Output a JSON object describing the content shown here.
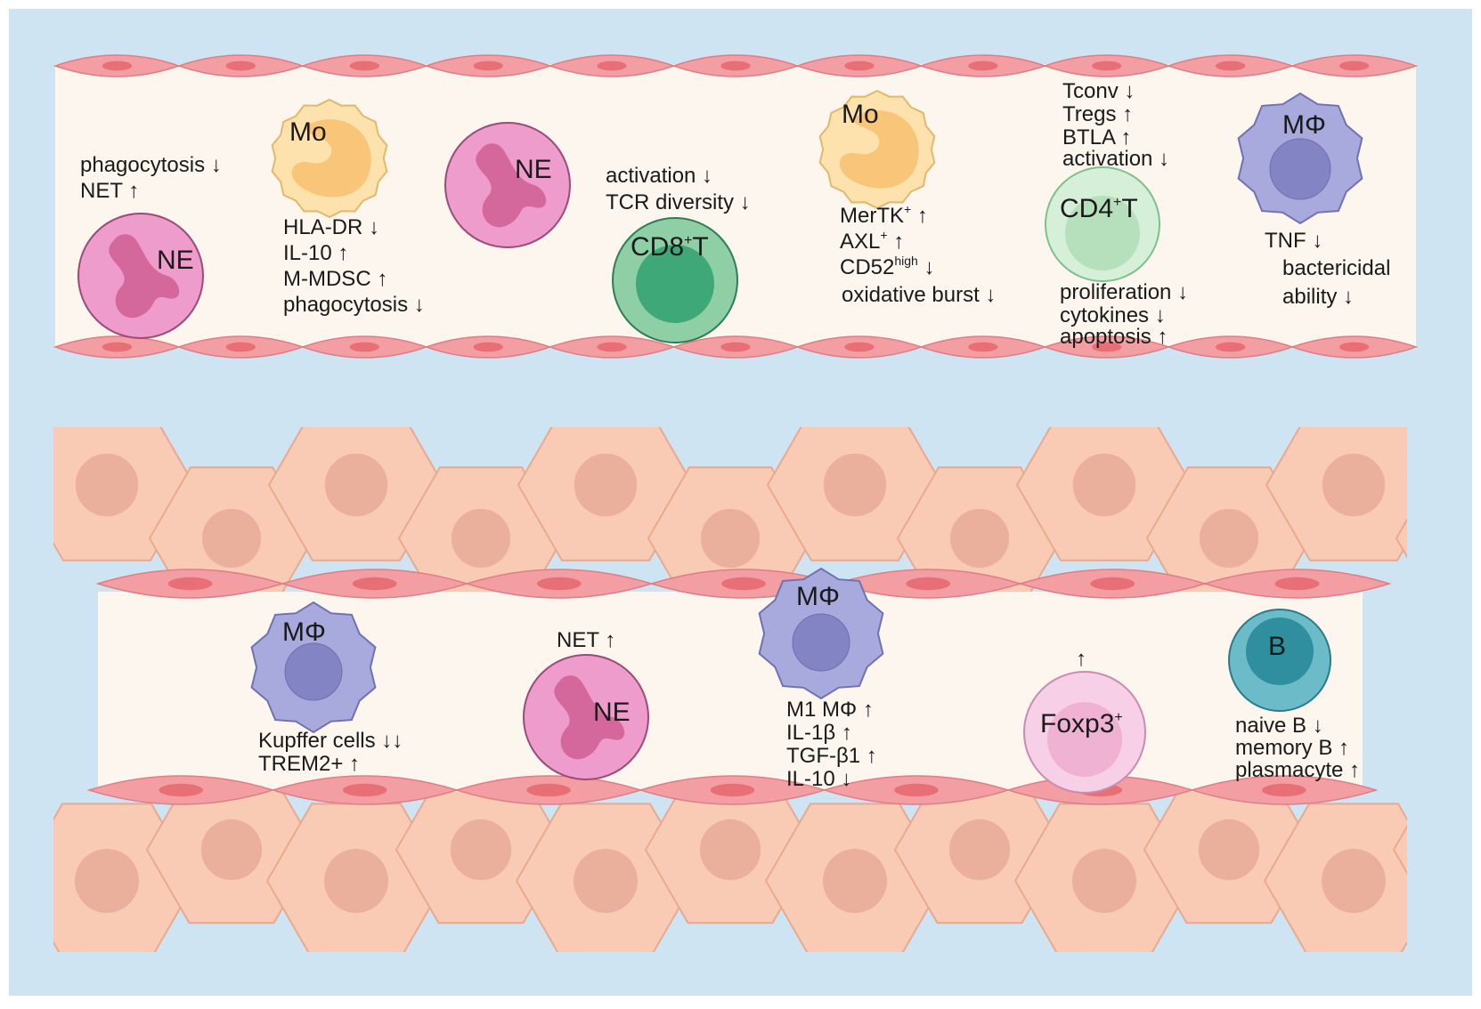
{
  "colors": {
    "background": "#cfe4f2",
    "vessel_lumen": "#fdf6ee",
    "endothelial": "#f29ea3",
    "endothelial_nucleus": "#e86f76",
    "hepatocyte": "#f9cbb4",
    "hepatocyte_nucleus": "#eab09c",
    "neutrophil": "#ee9ccb",
    "neutrophil_nucleus": "#d4679c",
    "monocyte": "#fde2ad",
    "monocyte_nucleus": "#f9c579",
    "cd8t": "#8fcfa5",
    "cd8t_nucleus": "#3fa878",
    "cd4t": "#d6efd8",
    "cd4t_nucleus": "#b5e0bb",
    "macrophage": "#a8a9dc",
    "macrophage_nucleus": "#8384c4",
    "treg": "#f7cfe6",
    "treg_nucleus": "#efb2d3",
    "bcell": "#6bbcc8",
    "bcell_nucleus": "#2f8f9e"
  },
  "top_panel": {
    "ne1": {
      "cell": "NE",
      "changes": [
        "phagocytosis ↓",
        "NET ↑"
      ]
    },
    "mo1": {
      "cell": "Mo",
      "changes": [
        "HLA-DR ↓",
        "IL-10 ↑",
        "M-MDSC ↑",
        "phagocytosis ↓"
      ]
    },
    "ne2": {
      "cell": "NE"
    },
    "cd8t": {
      "cell_main": "CD8",
      "cell_sup": "+",
      "cell_end": "T",
      "changes": [
        "activation ↓",
        "TCR diversity ↓"
      ]
    },
    "mo2": {
      "cell": "Mo",
      "change1_main": "MerTK",
      "change1_sup": "+",
      "change1_end": " ↑",
      "change2_main": "AXL",
      "change2_sup": "+",
      "change2_end": " ↑",
      "change3_main": "CD52",
      "change3_sup": "high",
      "change3_end": " ↓",
      "change4": "oxidative burst ↓"
    },
    "cd4t": {
      "cell_main": "CD4",
      "cell_sup": "+",
      "cell_end": "T",
      "changes_above": [
        "Tconv ↓",
        "Tregs ↑",
        "BTLA ↑",
        "activation ↓"
      ],
      "changes_below": [
        "proliferation ↓",
        "cytokines ↓",
        "apoptosis ↑"
      ]
    },
    "mphi": {
      "cell": "MΦ",
      "changes": [
        "TNF ↓",
        "bactericidal",
        "ability ↓"
      ]
    }
  },
  "bottom_panel": {
    "mphi1": {
      "cell": "MΦ",
      "changes": [
        "Kupffer cells ↓↓",
        "TREM2+ ↑"
      ]
    },
    "ne": {
      "cell": "NE",
      "changes": [
        "NET ↑"
      ]
    },
    "mphi2": {
      "cell": "MΦ",
      "changes": [
        "M1 MΦ ↑",
        "IL-1β ↑",
        "TGF-β1 ↑",
        "IL-10 ↓"
      ]
    },
    "treg": {
      "cell_main": "Foxp3",
      "cell_sup": "+",
      "change": "↑"
    },
    "bcell": {
      "cell": "B",
      "changes": [
        "naive B ↓",
        "memory B ↑",
        "plasmacyte ↑"
      ]
    }
  }
}
